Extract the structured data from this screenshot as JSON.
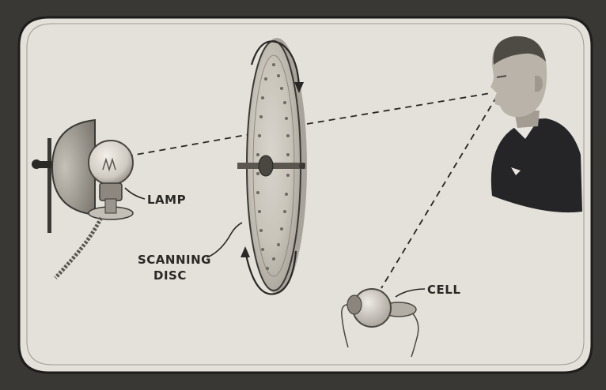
{
  "labels": {
    "lamp": "LAMP",
    "scanning_line1": "SCANNING",
    "scanning_line2": "DISC",
    "cell": "CELL"
  },
  "colors": {
    "frame": "#3a3835",
    "panel": "#e4e1da",
    "ink": "#2a2824",
    "disc": "#cfcbc2",
    "coat": "#252528",
    "skin": "#b9b3a9"
  },
  "icons": {
    "lamp": "incandescent-lamp-with-reflector-icon",
    "disc": "nipkow-scanning-disc-icon",
    "cell": "photoelectric-cell-icon",
    "subject": "man-portrait-icon"
  }
}
